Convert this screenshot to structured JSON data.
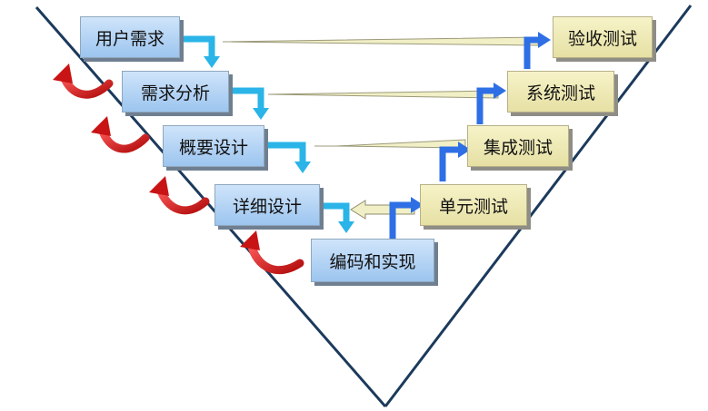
{
  "diagram": {
    "left_stages": [
      "用户需求",
      "需求分析",
      "概要设计",
      "详细设计",
      "编码和实现"
    ],
    "right_stages": [
      "验收测试",
      "系统测试",
      "集成测试",
      "单元测试"
    ],
    "colors": {
      "v_line": "#1b3a5c",
      "cyan_arrow": "#2ab4e8",
      "blue_arrow": "#2e6fe6",
      "red_arrow": "#d81a1a",
      "horizontal_arrow": "#f1efc6"
    }
  }
}
